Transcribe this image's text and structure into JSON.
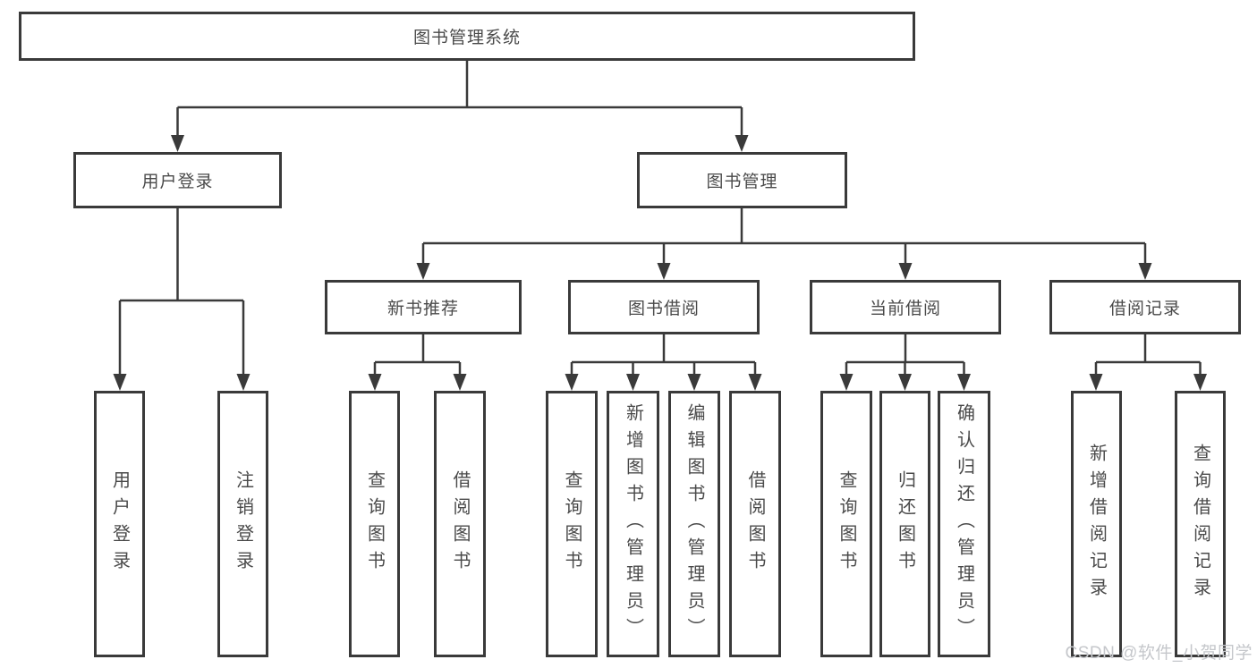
{
  "diagram": {
    "root": "图书管理系统",
    "level2": {
      "user_login": "用户登录",
      "book_mgmt": "图书管理"
    },
    "level3": {
      "new_book_rec": "新书推荐",
      "book_borrow": "图书借阅",
      "current_borrow": "当前借阅",
      "borrow_records": "借阅记录"
    },
    "leaves": [
      "用户登录",
      "注销登录",
      "查询图书",
      "借阅图书",
      "查询图书",
      "新增图书（管理员）",
      "编辑图书（管理员）",
      "借阅图书",
      "查询图书",
      "归还图书",
      "确认归还（管理员）",
      "新增借阅记录",
      "查询借阅记录"
    ]
  },
  "watermark": "CSDN @软件_小贺同学",
  "colors": {
    "line": "#3a3a3a",
    "box_border": "#3a3a3a",
    "text": "#4a4a4a",
    "background": "#ffffff",
    "watermark": "#c5c7cb"
  }
}
